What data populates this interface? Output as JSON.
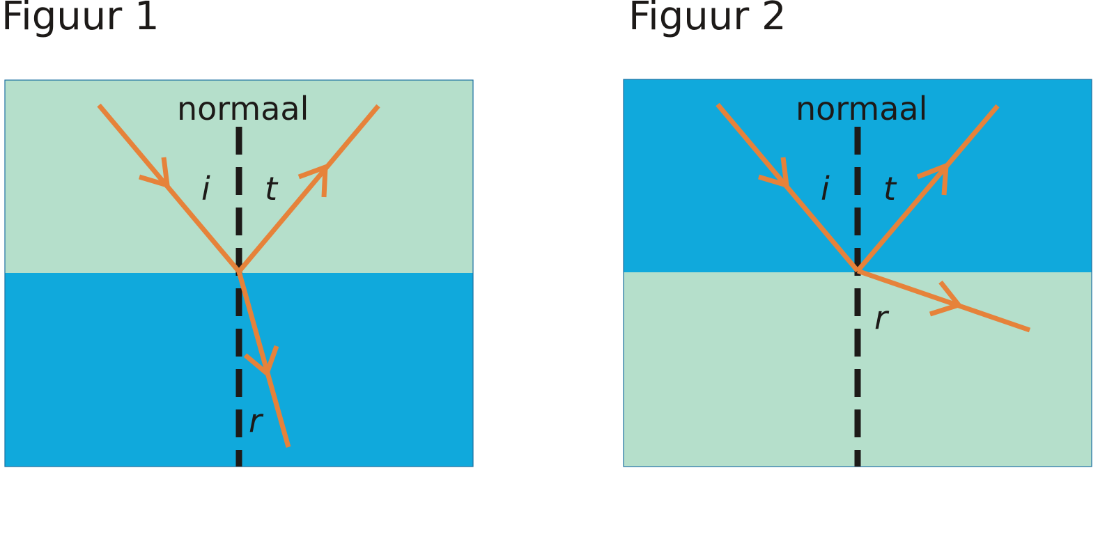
{
  "colors": {
    "light_medium": "#b5dfcb",
    "dense_medium": "#10a9dc",
    "ray": "#e6823a",
    "normal": "#1d1a18",
    "text": "#1d1a18"
  },
  "figure1": {
    "title": "Figuur 1",
    "normal_label": "normaal",
    "angle_incident": "i",
    "angle_reflected": "t",
    "angle_refracted": "r",
    "top_medium_color": "light_medium",
    "bottom_medium_color": "dense_medium"
  },
  "figure2": {
    "title": "Figuur 2",
    "normal_label": "normaal",
    "angle_incident": "i",
    "angle_reflected": "t",
    "angle_refracted": "r",
    "top_medium_color": "dense_medium",
    "bottom_medium_color": "light_medium"
  }
}
